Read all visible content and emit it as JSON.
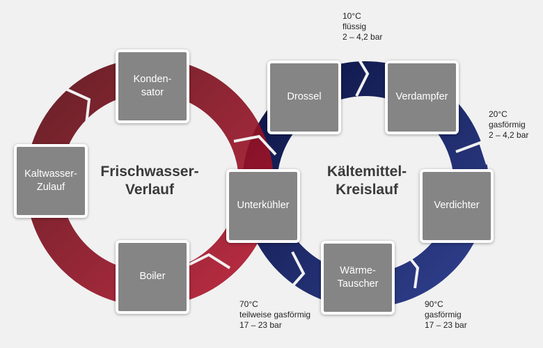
{
  "colors": {
    "background": "#f1f1f1",
    "water_dark": "#5a0a12",
    "water_light": "#b4152e",
    "refrigerant_dark": "#0d1545",
    "refrigerant_light": "#2f3f8c",
    "box": "#858585",
    "box_border": "#ffffff"
  },
  "cycles": {
    "water": {
      "title": "Frischwasser-\nVerlauf"
    },
    "refrigerant": {
      "title": "Kältemittel-\nKreislauf"
    }
  },
  "components": {
    "kondensator": "Konden-\nsator",
    "kaltwasser": "Kaltwasser-\nZulauf",
    "boiler": "Boiler",
    "drossel": "Drossel",
    "verdampfer": "Verdampfer",
    "verdichter": "Verdichter",
    "waermetauscher": "Wärme-\nTauscher",
    "unterkuehler": "Unterkühler"
  },
  "notes": {
    "after_drossel": "10°C\nflüssig\n2 – 4,2 bar",
    "after_verdampfer": "20°C\ngasförmig\n2 – 4,2 bar",
    "after_verdichter": "90°C\ngasförmig\n17 – 23 bar",
    "after_waermetauscher": "70°C\nteilweise gasförmig\n17 – 23 bar"
  }
}
